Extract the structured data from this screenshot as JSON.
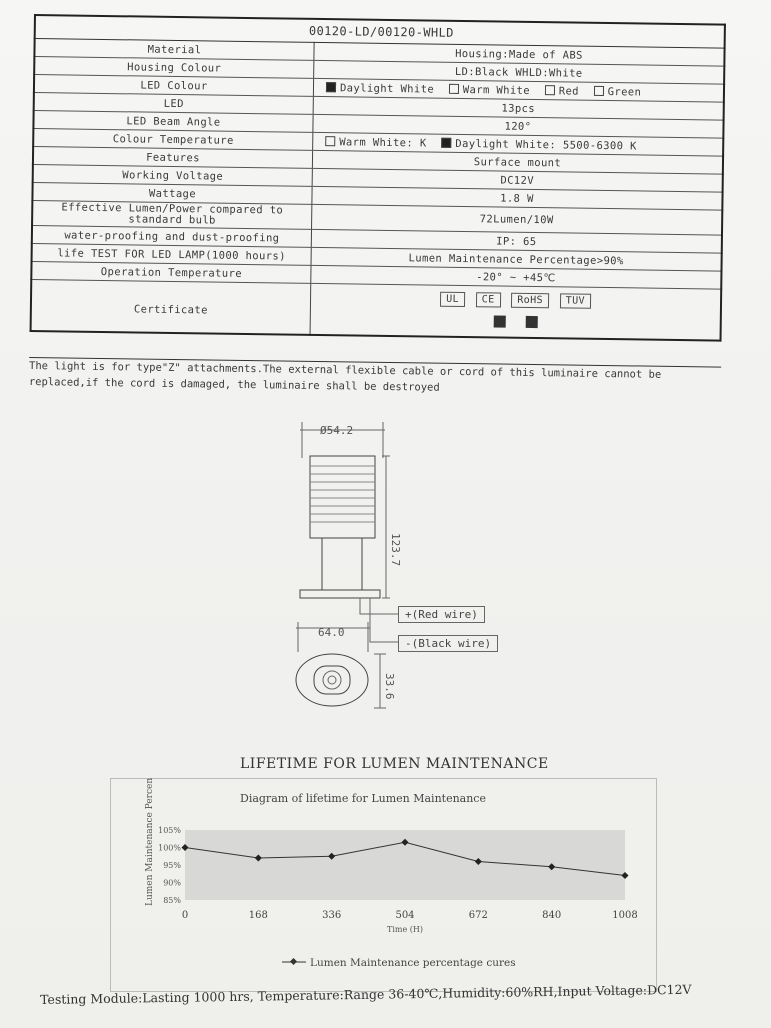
{
  "spec_table": {
    "title": "00120-LD/00120-WHLD",
    "rows": [
      {
        "key": "Material",
        "value": "Housing:Made of ABS"
      },
      {
        "key": "Housing Colour",
        "value": "LD:Black       WHLD:White"
      },
      {
        "key": "LED Colour",
        "value": ""
      },
      {
        "key": "LED",
        "value": "13pcs"
      },
      {
        "key": "LED Beam Angle",
        "value": "120°"
      },
      {
        "key": "Colour Temperature",
        "value": ""
      },
      {
        "key": "Features",
        "value": "Surface mount"
      },
      {
        "key": "Working Voltage",
        "value": "DC12V"
      },
      {
        "key": "Wattage",
        "value": "1.8 W"
      },
      {
        "key": "Effective Lumen/Power compared to standard bulb",
        "value": "72Lumen/10W"
      },
      {
        "key": "water-proofing and dust-proofing",
        "value": "IP: 65"
      },
      {
        "key": "life TEST FOR LED LAMP(1000 hours)",
        "value": "Lumen Maintenance Percentage>90%"
      },
      {
        "key": "Operation Temperature",
        "value": "-20° ~ +45℃"
      },
      {
        "key": "Certificate",
        "value": ""
      }
    ],
    "led_colour_options": [
      {
        "label": "Daylight White",
        "checked": true
      },
      {
        "label": "Warm White",
        "checked": false
      },
      {
        "label": "Red",
        "checked": false
      },
      {
        "label": "Green",
        "checked": false
      }
    ],
    "colour_temp_options": [
      {
        "label": "Warm White:  K",
        "checked": false
      },
      {
        "label": "Daylight White: 5500-6300 K",
        "checked": true
      }
    ],
    "certificates": [
      "UL",
      "CE",
      "RoHS",
      "TUV"
    ],
    "note": "The light is for type\"Z\" attachments.The external flexible cable or cord of this luminaire cannot be replaced,if the cord is damaged, the  luminaire shall be destroyed"
  },
  "drawing": {
    "dim_diameter": "Ø54.2",
    "dim_height": "123.7",
    "dim_width": "64.0",
    "dim_depth": "33.6",
    "red_wire": "+(Red wire)",
    "black_wire": "-(Black wire)"
  },
  "section_title": "LIFETIME FOR LUMEN MAINTENANCE",
  "chart_data": {
    "type": "line",
    "title": "Diagram of lifetime for Lumen Maintenance",
    "xlabel": "Time (H)",
    "ylabel": "Lumen Maintenance Percentage",
    "x": [
      0,
      168,
      336,
      504,
      672,
      840,
      1008
    ],
    "series": [
      {
        "name": "Lumen Maintenance percentage cures",
        "values": [
          100,
          97,
          97.5,
          101.5,
          96,
          94.5,
          92
        ]
      }
    ],
    "yticks": [
      "105%",
      "100%",
      "95%",
      "90%",
      "85%"
    ],
    "xticks": [
      "0",
      "168",
      "336",
      "504",
      "672",
      "840",
      "1008"
    ],
    "ylim": [
      85,
      105
    ],
    "xlim": [
      0,
      1008
    ],
    "grid": false,
    "legend": "bottom"
  },
  "footer": "Testing Module:Lasting 1000 hrs, Temperature:Range 36-40℃,Humidity:60%RH,Input Voltage:DC12V"
}
